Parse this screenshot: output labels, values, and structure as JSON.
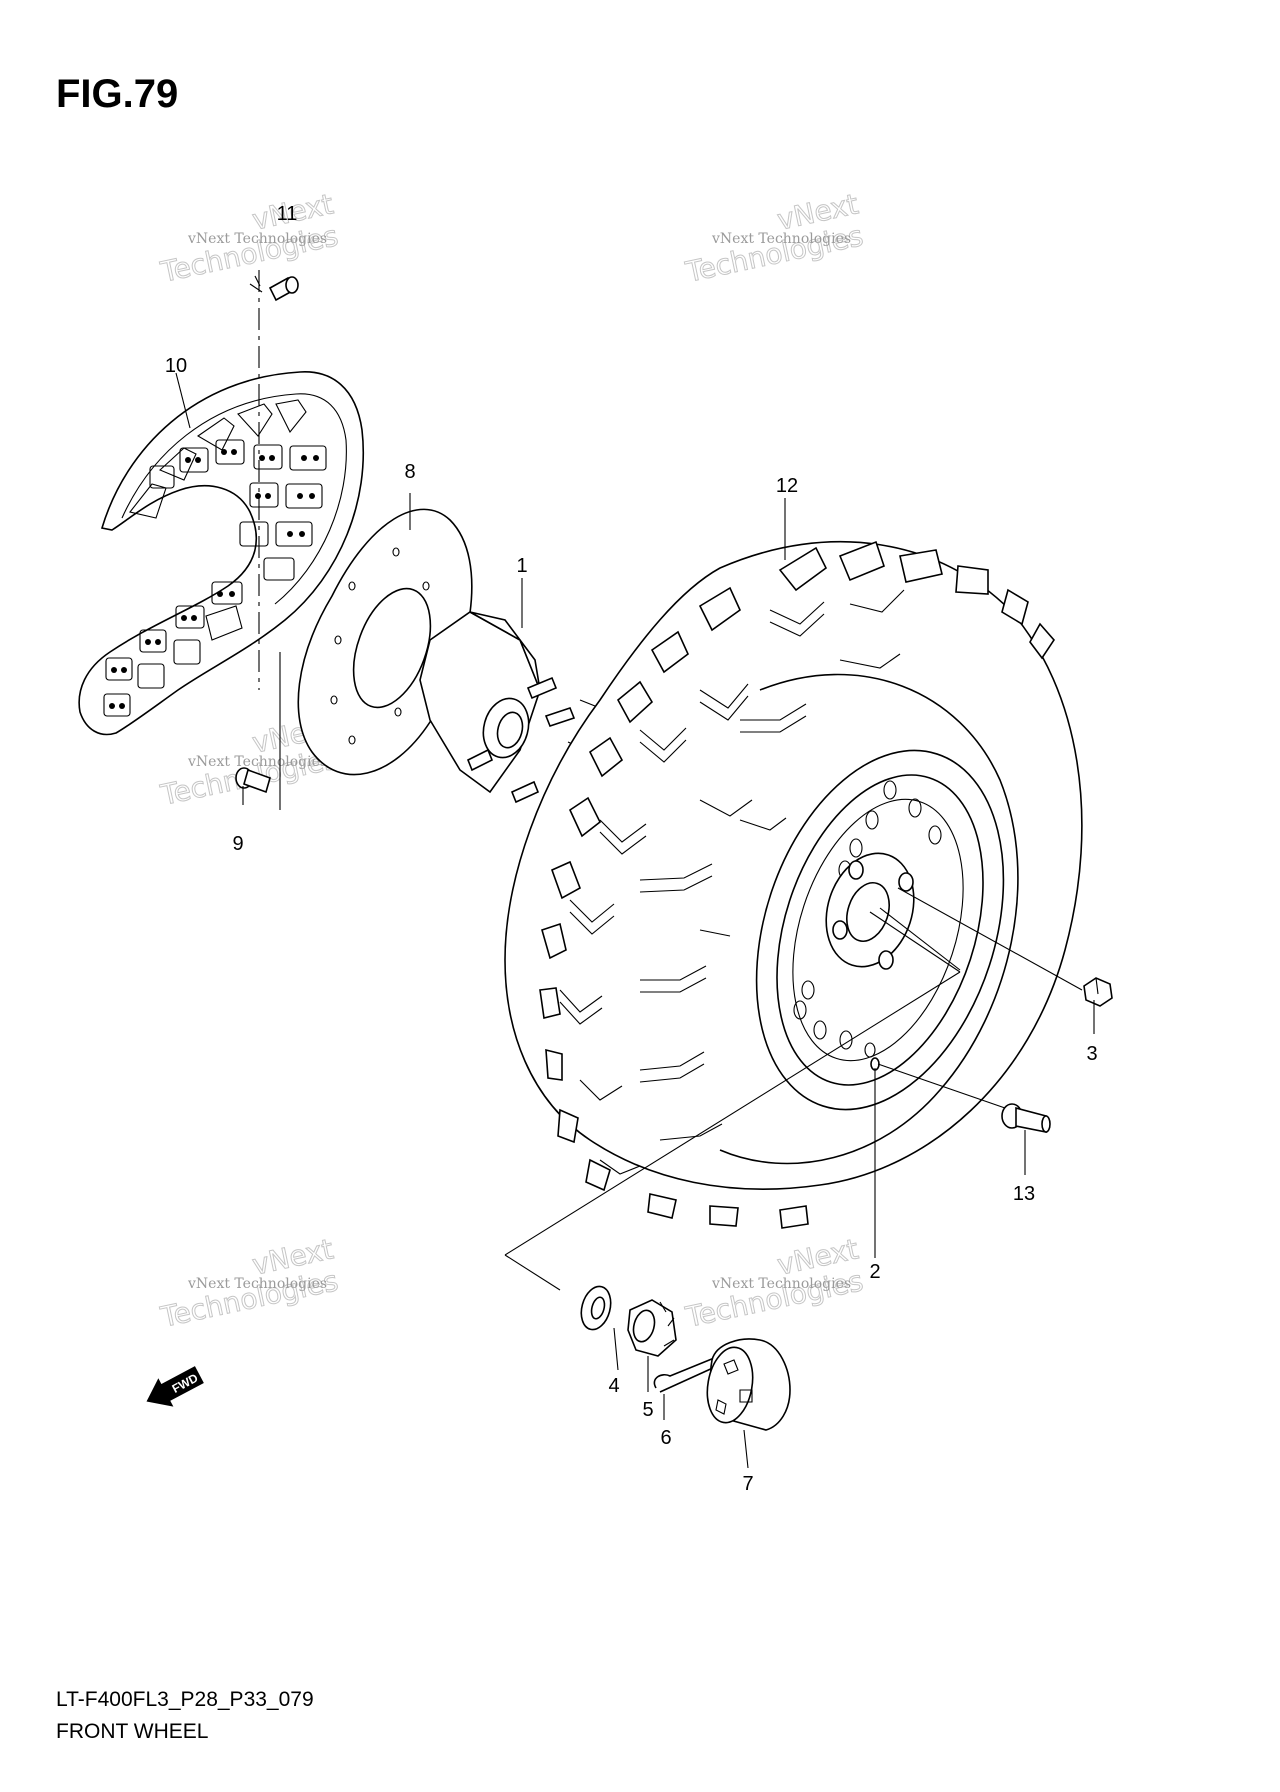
{
  "figure": {
    "title": "FIG.79",
    "code": "LT-F400FL3_P28_P33_079",
    "name": "FRONT WHEEL"
  },
  "callouts": [
    "1",
    "2",
    "3",
    "4",
    "5",
    "6",
    "7",
    "8",
    "9",
    "10",
    "11",
    "12",
    "13"
  ],
  "watermark": {
    "small": "vNext Technologies",
    "big_top": "vNext",
    "big_bottom": "Technologies"
  },
  "direction_marker": "FWD",
  "colors": {
    "ink": "#000000",
    "watermark": "#c6c6c6",
    "background": "#ffffff"
  }
}
